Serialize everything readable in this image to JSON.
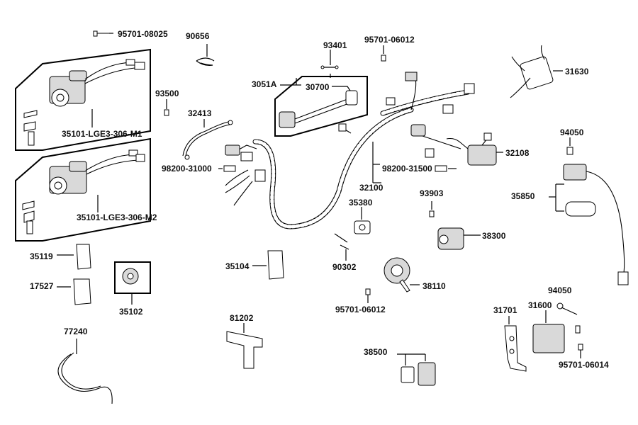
{
  "labels": {
    "p95701_08025": "95701-08025",
    "p90656": "90656",
    "p93401": "93401",
    "p95701_06012_top": "95701-06012",
    "p31630": "31630",
    "p3051A": "3051A",
    "p30700": "30700",
    "p93500": "93500",
    "p32413": "32413",
    "p35101_M1": "35101-LGE3-306-M1",
    "p98200_31000": "98200-31000",
    "p32108": "32108",
    "p94050_top": "94050",
    "p98200_31500": "98200-31500",
    "p32100": "32100",
    "p35850": "35850",
    "p93903": "93903",
    "p35380": "35380",
    "p35101_M2": "35101-LGE3-306-M2",
    "p38300": "38300",
    "p35119": "35119",
    "p35104": "35104",
    "p90302": "90302",
    "p17527": "17527",
    "p35102": "35102",
    "p38110": "38110",
    "p95701_06012_bottom": "95701-06012",
    "p94050_bottom": "94050",
    "p31701": "31701",
    "p31600": "31600",
    "p81202": "81202",
    "p77240": "77240",
    "p38500": "38500",
    "p95701_06014": "95701-06014"
  }
}
